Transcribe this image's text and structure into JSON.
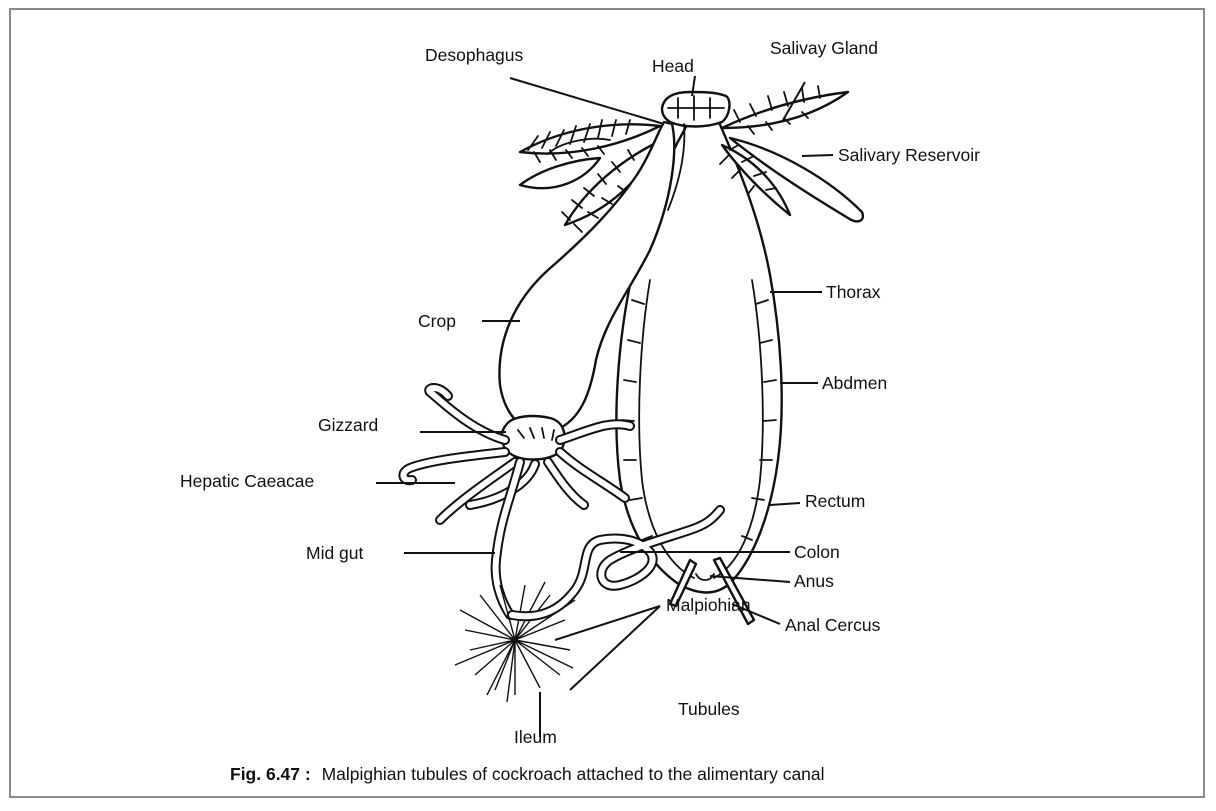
{
  "labels": {
    "oesophagus": "Desophagus",
    "head": "Head",
    "salivary_gland": "Salivay Gland",
    "salivary_reservoir": "Salivary Reservoir",
    "thorax": "Thorax",
    "crop": "Crop",
    "abdomen": "Abdmen",
    "gizzard": "Gizzard",
    "hepatic_caecae": "Hepatic Caeacae",
    "rectum": "Rectum",
    "mid_gut": "Mid gut",
    "colon": "Colon",
    "anus": "Anus",
    "anal_cercus": "Anal Cercus",
    "malpighian_1": "Malpiohian",
    "malpighian_2": "Tubules",
    "ileum": "Ileum"
  },
  "caption": {
    "prefix": "Fig. 6.47 :",
    "text": "Malpighian tubules of cockroach attached to the alimentary canal"
  }
}
